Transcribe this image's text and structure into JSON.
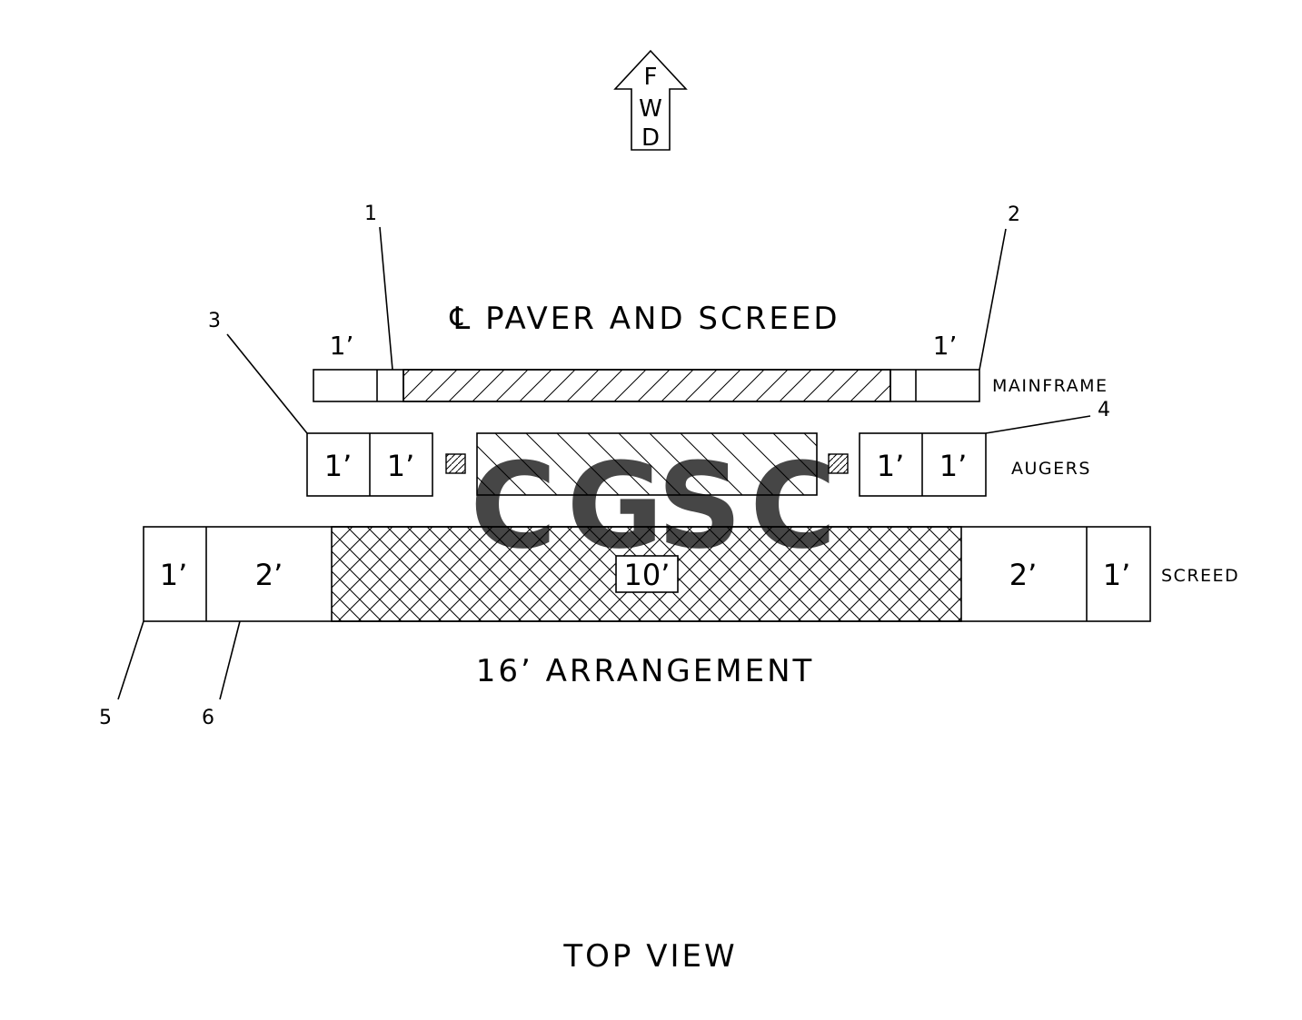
{
  "arrow": {
    "letters": [
      "F",
      "W",
      "D"
    ]
  },
  "titles": {
    "paver_and_screed": "℄ PAVER AND SCREED",
    "arrangement": "16’ ARRANGEMENT",
    "view": "TOP VIEW"
  },
  "side_labels": {
    "mainframe": "MAINFRAME",
    "augers": "AUGERS",
    "screed": "SCREED"
  },
  "mainframe": {
    "left_dim": "1’",
    "right_dim": "1’"
  },
  "augers": {
    "left": [
      "1’",
      "1’"
    ],
    "right": [
      "1’",
      "1’"
    ]
  },
  "screed": {
    "left": [
      "1’",
      "2’"
    ],
    "center": "10’",
    "right": [
      "2’",
      "1’"
    ]
  },
  "callouts": [
    "1",
    "2",
    "3",
    "4",
    "5",
    "6"
  ],
  "watermark": {
    "text": "CGSC",
    "letters": [
      "C",
      "G",
      "S",
      "C"
    ],
    "colors": [
      "#4285F4",
      "#EA4335",
      "#FBBC05",
      "#34A853"
    ]
  }
}
